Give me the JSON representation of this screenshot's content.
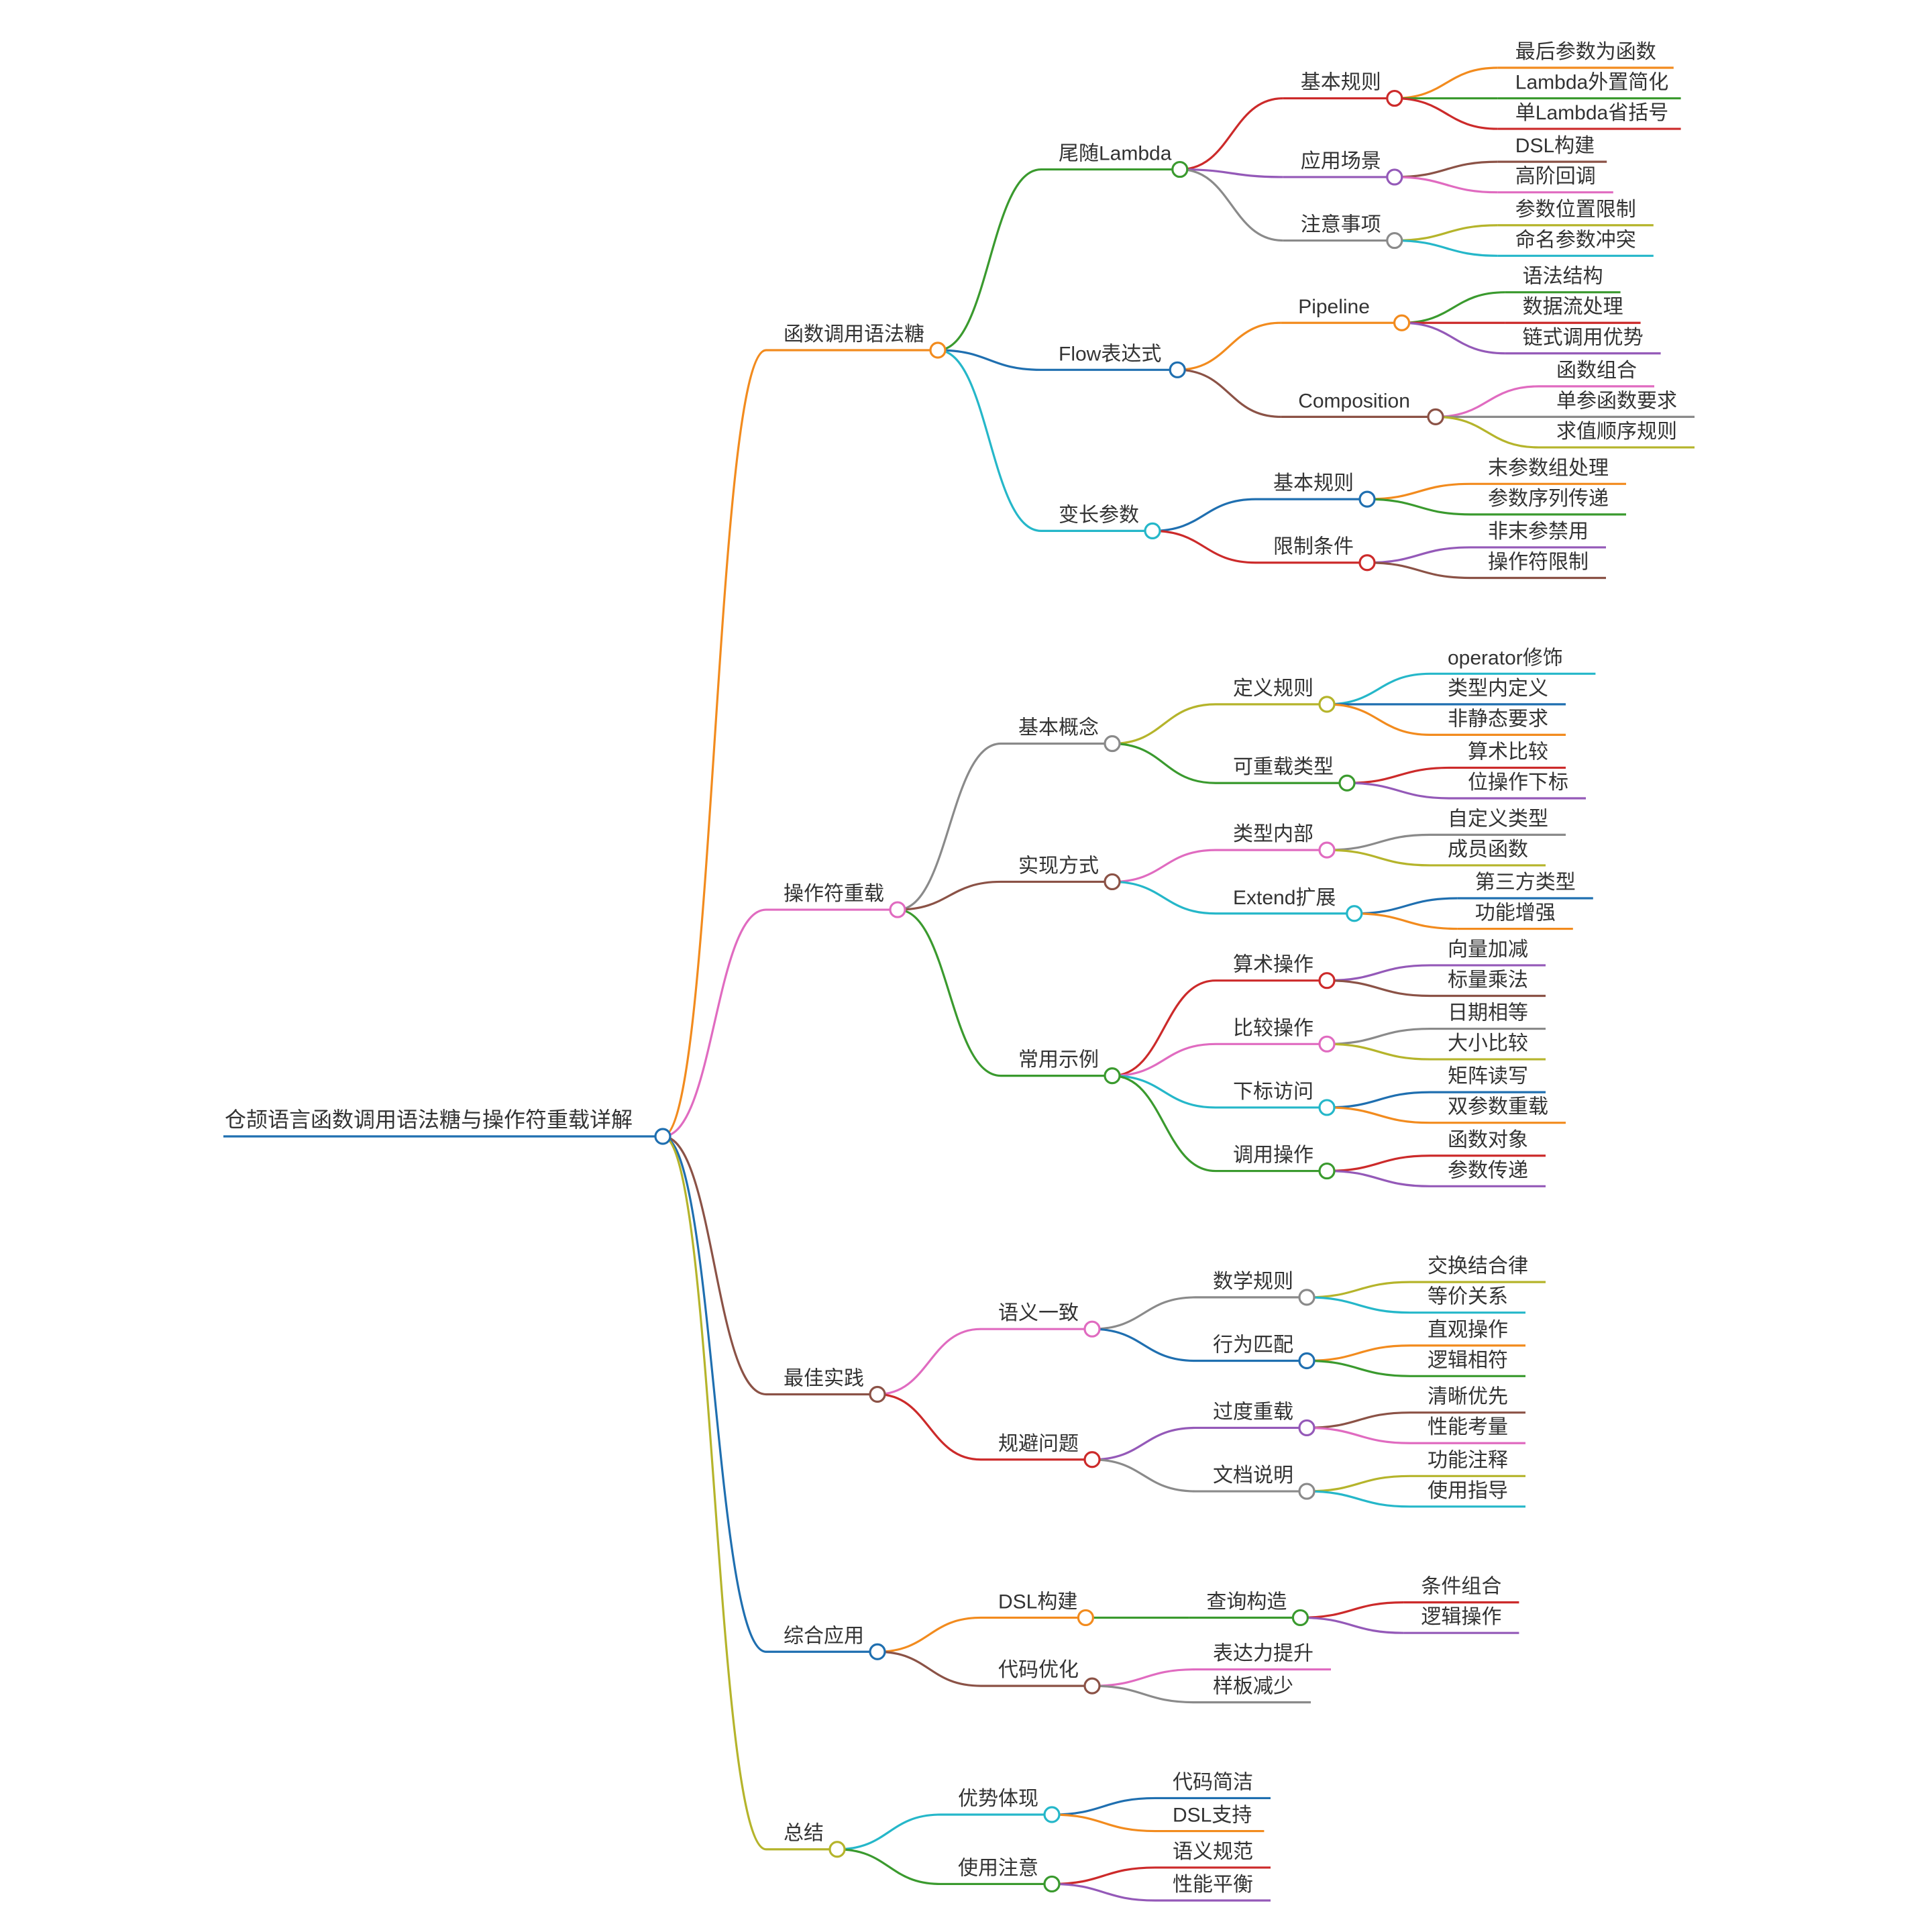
{
  "colors": {
    "orange": "#f28b1e",
    "green": "#3a9a2e",
    "red": "#cc2a2a",
    "purple": "#9459b8",
    "pink": "#e06bc0",
    "gray": "#8a8a8a",
    "olive": "#b5b42b",
    "cyan": "#25b7c9",
    "blue": "#1f6fb0",
    "brown": "#8b5246"
  },
  "mindmap": {
    "root": "仓颉语言函数调用语法糖与操作符重载详解",
    "branches": [
      {
        "label": "函数调用语法糖",
        "color": "orange",
        "children": [
          {
            "label": "尾随Lambda",
            "color": "green",
            "children": [
              {
                "label": "基本规则",
                "color": "red",
                "children": [
                  {
                    "label": "最后参数为函数",
                    "color": "orange"
                  },
                  {
                    "label": "Lambda外置简化",
                    "color": "green"
                  },
                  {
                    "label": "单Lambda省括号",
                    "color": "red"
                  }
                ]
              },
              {
                "label": "应用场景",
                "color": "purple",
                "children": [
                  {
                    "label": "DSL构建",
                    "color": "brown"
                  },
                  {
                    "label": "高阶回调",
                    "color": "pink"
                  }
                ]
              },
              {
                "label": "注意事项",
                "color": "gray",
                "children": [
                  {
                    "label": "参数位置限制",
                    "color": "olive"
                  },
                  {
                    "label": "命名参数冲突",
                    "color": "cyan"
                  }
                ]
              }
            ]
          },
          {
            "label": "Flow表达式",
            "color": "blue",
            "children": [
              {
                "label": "Pipeline",
                "color": "orange",
                "children": [
                  {
                    "label": "语法结构",
                    "color": "green"
                  },
                  {
                    "label": "数据流处理",
                    "color": "red"
                  },
                  {
                    "label": "链式调用优势",
                    "color": "purple"
                  }
                ]
              },
              {
                "label": "Composition",
                "color": "brown",
                "children": [
                  {
                    "label": "函数组合",
                    "color": "pink"
                  },
                  {
                    "label": "单参函数要求",
                    "color": "gray"
                  },
                  {
                    "label": "求值顺序规则",
                    "color": "olive"
                  }
                ]
              }
            ]
          },
          {
            "label": "变长参数",
            "color": "cyan",
            "children": [
              {
                "label": "基本规则",
                "color": "blue",
                "children": [
                  {
                    "label": "末参数组处理",
                    "color": "orange"
                  },
                  {
                    "label": "参数序列传递",
                    "color": "green"
                  }
                ]
              },
              {
                "label": "限制条件",
                "color": "red",
                "children": [
                  {
                    "label": "非末参禁用",
                    "color": "purple"
                  },
                  {
                    "label": "操作符限制",
                    "color": "brown"
                  }
                ]
              }
            ]
          }
        ]
      },
      {
        "label": "操作符重载",
        "color": "pink",
        "children": [
          {
            "label": "基本概念",
            "color": "gray",
            "children": [
              {
                "label": "定义规则",
                "color": "olive",
                "children": [
                  {
                    "label": "operator修饰",
                    "color": "cyan"
                  },
                  {
                    "label": "类型内定义",
                    "color": "blue"
                  },
                  {
                    "label": "非静态要求",
                    "color": "orange"
                  }
                ]
              },
              {
                "label": "可重载类型",
                "color": "green",
                "children": [
                  {
                    "label": "算术比较",
                    "color": "red"
                  },
                  {
                    "label": "位操作下标",
                    "color": "purple"
                  }
                ]
              }
            ]
          },
          {
            "label": "实现方式",
            "color": "brown",
            "children": [
              {
                "label": "类型内部",
                "color": "pink",
                "children": [
                  {
                    "label": "自定义类型",
                    "color": "gray"
                  },
                  {
                    "label": "成员函数",
                    "color": "olive"
                  }
                ]
              },
              {
                "label": "Extend扩展",
                "color": "cyan",
                "children": [
                  {
                    "label": "第三方类型",
                    "color": "blue"
                  },
                  {
                    "label": "功能增强",
                    "color": "orange"
                  }
                ]
              }
            ]
          },
          {
            "label": "常用示例",
            "color": "green",
            "children": [
              {
                "label": "算术操作",
                "color": "red",
                "children": [
                  {
                    "label": "向量加减",
                    "color": "purple"
                  },
                  {
                    "label": "标量乘法",
                    "color": "brown"
                  }
                ]
              },
              {
                "label": "比较操作",
                "color": "pink",
                "children": [
                  {
                    "label": "日期相等",
                    "color": "gray"
                  },
                  {
                    "label": "大小比较",
                    "color": "olive"
                  }
                ]
              },
              {
                "label": "下标访问",
                "color": "cyan",
                "children": [
                  {
                    "label": "矩阵读写",
                    "color": "blue"
                  },
                  {
                    "label": "双参数重载",
                    "color": "orange"
                  }
                ]
              },
              {
                "label": "调用操作",
                "color": "green",
                "children": [
                  {
                    "label": "函数对象",
                    "color": "red"
                  },
                  {
                    "label": "参数传递",
                    "color": "purple"
                  }
                ]
              }
            ]
          }
        ]
      },
      {
        "label": "最佳实践",
        "color": "brown",
        "children": [
          {
            "label": "语义一致",
            "color": "pink",
            "children": [
              {
                "label": "数学规则",
                "color": "gray",
                "children": [
                  {
                    "label": "交换结合律",
                    "color": "olive"
                  },
                  {
                    "label": "等价关系",
                    "color": "cyan"
                  }
                ]
              },
              {
                "label": "行为匹配",
                "color": "blue",
                "children": [
                  {
                    "label": "直观操作",
                    "color": "orange"
                  },
                  {
                    "label": "逻辑相符",
                    "color": "green"
                  }
                ]
              }
            ]
          },
          {
            "label": "规避问题",
            "color": "red",
            "children": [
              {
                "label": "过度重载",
                "color": "purple",
                "children": [
                  {
                    "label": "清晰优先",
                    "color": "brown"
                  },
                  {
                    "label": "性能考量",
                    "color": "pink"
                  }
                ]
              },
              {
                "label": "文档说明",
                "color": "gray",
                "children": [
                  {
                    "label": "功能注释",
                    "color": "olive"
                  },
                  {
                    "label": "使用指导",
                    "color": "cyan"
                  }
                ]
              }
            ]
          }
        ]
      },
      {
        "label": "综合应用",
        "color": "blue",
        "children": [
          {
            "label": "DSL构建",
            "color": "orange",
            "children": [
              {
                "label": "查询构造",
                "color": "green",
                "children": [
                  {
                    "label": "条件组合",
                    "color": "red"
                  },
                  {
                    "label": "逻辑操作",
                    "color": "purple"
                  }
                ]
              }
            ]
          },
          {
            "label": "代码优化",
            "color": "brown",
            "children": [
              {
                "label": "表达力提升",
                "color": "pink"
              },
              {
                "label": "样板减少",
                "color": "gray"
              }
            ]
          }
        ]
      },
      {
        "label": "总结",
        "color": "olive",
        "children": [
          {
            "label": "优势体现",
            "color": "cyan",
            "children": [
              {
                "label": "代码简洁",
                "color": "blue"
              },
              {
                "label": "DSL支持",
                "color": "orange"
              }
            ]
          },
          {
            "label": "使用注意",
            "color": "green",
            "children": [
              {
                "label": "语义规范",
                "color": "red"
              },
              {
                "label": "性能平衡",
                "color": "purple"
              }
            ]
          }
        ]
      }
    ]
  }
}
